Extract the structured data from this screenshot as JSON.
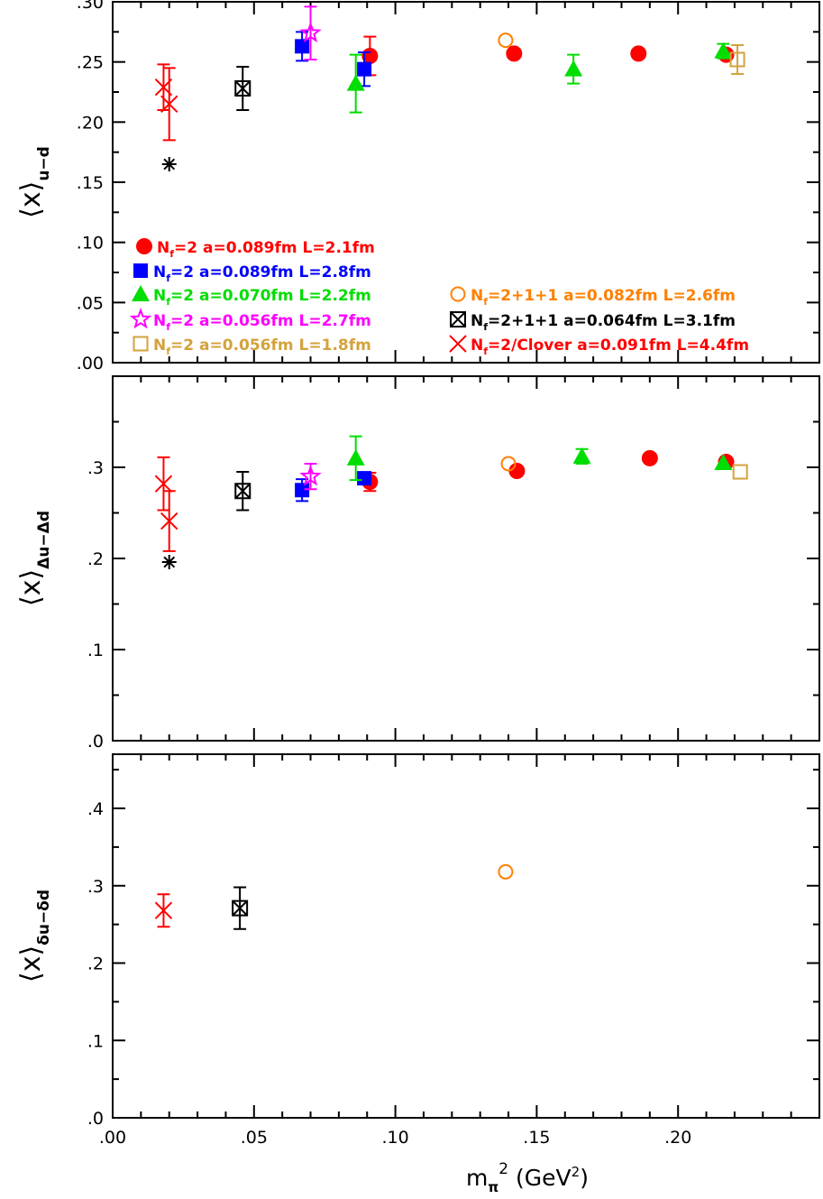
{
  "chart_data": {
    "type": "scatter",
    "xlabel": "mπ² (GeV²)",
    "xlabel_main": "m",
    "xlabel_sub": "π",
    "xlabel_sup": "2",
    "xlabel_unit": "(GeV",
    "xlabel_unit_sup": "2",
    "xlabel_unit_close": ")",
    "xlim": [
      0.0,
      0.25
    ],
    "xticks": [
      0.0,
      0.05,
      0.1,
      0.15,
      0.2
    ],
    "xtick_labels": [
      ".00",
      ".05",
      ".10",
      ".15",
      ".20"
    ],
    "grid": false,
    "legend_placement": "inside lower part of top panel",
    "colors": {
      "red": "#ff0000",
      "blue": "#0000ff",
      "green": "#00dd00",
      "magenta": "#ff00ff",
      "gold": "#d4a23c",
      "orange": "#ff8000",
      "black": "#000000"
    },
    "legend": [
      {
        "key": "nf2_a089_L21",
        "sub": "f",
        "pre": "N",
        "text": "=2  a=0.089fm  L=2.1fm",
        "marker": "filled-circle",
        "color": "red"
      },
      {
        "key": "nf2_a089_L28",
        "sub": "f",
        "pre": "N",
        "text": "=2  a=0.089fm  L=2.8fm",
        "marker": "filled-square",
        "color": "blue"
      },
      {
        "key": "nf2_a070_L22",
        "sub": "f",
        "pre": "N",
        "text": "=2  a=0.070fm  L=2.2fm",
        "marker": "filled-triangle",
        "color": "green"
      },
      {
        "key": "nf2_a056_L27",
        "sub": "f",
        "pre": "N",
        "text": "=2  a=0.056fm  L=2.7fm",
        "marker": "open-star",
        "color": "magenta"
      },
      {
        "key": "nf2_a056_L18",
        "sub": "f",
        "pre": "N",
        "text": "=2  a=0.056fm  L=1.8fm",
        "marker": "open-square",
        "color": "gold"
      },
      {
        "key": "nf211_a082_L26",
        "sub": "f",
        "pre": "N",
        "text": "=2+1+1  a=0.082fm  L=2.6fm",
        "marker": "open-circle",
        "color": "orange"
      },
      {
        "key": "nf211_a064_L31",
        "sub": "f",
        "pre": "N",
        "text": "=2+1+1  a=0.064fm  L=3.1fm",
        "marker": "boxed-x",
        "color": "black"
      },
      {
        "key": "nf2_clover",
        "sub": "f",
        "pre": "N",
        "text": "=2/Clover  a=0.091fm  L=4.4fm",
        "marker": "x",
        "color": "red"
      }
    ],
    "panels": [
      {
        "ylabel_main": "⟨x⟩",
        "ylabel_sub": "u−d",
        "ylim": [
          0.0,
          0.3
        ],
        "yticks": [
          0.0,
          0.05,
          0.1,
          0.15,
          0.2,
          0.25,
          0.3
        ],
        "ytick_labels": [
          ".00",
          ".05",
          ".10",
          ".15",
          ".20",
          ".25",
          ".30"
        ],
        "series": [
          {
            "key": "nf2_a089_L21",
            "points": [
              {
                "x": 0.091,
                "y": 0.255,
                "err": 0.016
              },
              {
                "x": 0.142,
                "y": 0.257,
                "err": 0.0
              },
              {
                "x": 0.186,
                "y": 0.257,
                "err": 0.0
              },
              {
                "x": 0.217,
                "y": 0.256,
                "err": 0.0
              }
            ]
          },
          {
            "key": "nf2_a089_L28",
            "points": [
              {
                "x": 0.067,
                "y": 0.263,
                "err": 0.012
              },
              {
                "x": 0.089,
                "y": 0.244,
                "err": 0.014
              }
            ]
          },
          {
            "key": "nf2_a070_L22",
            "points": [
              {
                "x": 0.086,
                "y": 0.232,
                "err": 0.024
              },
              {
                "x": 0.163,
                "y": 0.244,
                "err": 0.012
              },
              {
                "x": 0.216,
                "y": 0.259,
                "err": 0.006
              }
            ]
          },
          {
            "key": "nf2_a056_L27",
            "points": [
              {
                "x": 0.07,
                "y": 0.274,
                "err": 0.022
              }
            ]
          },
          {
            "key": "nf2_a056_L18",
            "points": [
              {
                "x": 0.221,
                "y": 0.252,
                "err": 0.012
              }
            ]
          },
          {
            "key": "nf211_a082_L26",
            "points": [
              {
                "x": 0.139,
                "y": 0.268,
                "err": 0.0
              }
            ]
          },
          {
            "key": "nf211_a064_L31",
            "points": [
              {
                "x": 0.046,
                "y": 0.228,
                "err": 0.018
              }
            ]
          },
          {
            "key": "nf2_clover",
            "points": [
              {
                "x": 0.018,
                "y": 0.229,
                "err": 0.019
              },
              {
                "x": 0.02,
                "y": 0.215,
                "err": 0.03
              }
            ]
          },
          {
            "key": "star_black",
            "marker": "asterisk",
            "color": "black",
            "points": [
              {
                "x": 0.02,
                "y": 0.165,
                "err": 0.0
              }
            ]
          }
        ]
      },
      {
        "ylabel_main": "⟨x⟩",
        "ylabel_sub": "Δu−Δd",
        "ylim": [
          0.0,
          0.4
        ],
        "yticks": [
          0.0,
          0.1,
          0.2,
          0.3
        ],
        "ytick_labels": [
          ".0",
          ".1",
          ".2",
          ".3"
        ],
        "series": [
          {
            "key": "nf2_a089_L21",
            "points": [
              {
                "x": 0.091,
                "y": 0.284,
                "err": 0.01
              },
              {
                "x": 0.143,
                "y": 0.296,
                "err": 0.0
              },
              {
                "x": 0.19,
                "y": 0.31,
                "err": 0.0
              },
              {
                "x": 0.217,
                "y": 0.306,
                "err": 0.0
              }
            ]
          },
          {
            "key": "nf2_a089_L28",
            "points": [
              {
                "x": 0.067,
                "y": 0.275,
                "err": 0.012
              },
              {
                "x": 0.089,
                "y": 0.288,
                "err": 0.0
              }
            ]
          },
          {
            "key": "nf2_a070_L22",
            "points": [
              {
                "x": 0.086,
                "y": 0.31,
                "err": 0.024
              },
              {
                "x": 0.166,
                "y": 0.312,
                "err": 0.008
              },
              {
                "x": 0.216,
                "y": 0.305,
                "err": 0.0
              }
            ]
          },
          {
            "key": "nf2_a056_L27",
            "points": [
              {
                "x": 0.07,
                "y": 0.29,
                "err": 0.014
              }
            ]
          },
          {
            "key": "nf2_a056_L18",
            "points": [
              {
                "x": 0.222,
                "y": 0.295,
                "err": 0.0
              }
            ]
          },
          {
            "key": "nf211_a082_L26",
            "points": [
              {
                "x": 0.14,
                "y": 0.304,
                "err": 0.0
              }
            ]
          },
          {
            "key": "nf211_a064_L31",
            "points": [
              {
                "x": 0.046,
                "y": 0.274,
                "err": 0.021
              }
            ]
          },
          {
            "key": "nf2_clover",
            "points": [
              {
                "x": 0.018,
                "y": 0.282,
                "err": 0.029
              },
              {
                "x": 0.02,
                "y": 0.241,
                "err": 0.033
              }
            ]
          },
          {
            "key": "star_black",
            "marker": "asterisk",
            "color": "black",
            "points": [
              {
                "x": 0.02,
                "y": 0.196,
                "err": 0.0
              }
            ]
          }
        ]
      },
      {
        "ylabel_main": "⟨x⟩",
        "ylabel_sub": "δu−δd",
        "ylim": [
          0.0,
          0.47
        ],
        "yticks": [
          0.0,
          0.1,
          0.2,
          0.3,
          0.4
        ],
        "ytick_labels": [
          ".0",
          ".1",
          ".2",
          ".3",
          ".4"
        ],
        "series": [
          {
            "key": "nf2_clover",
            "points": [
              {
                "x": 0.018,
                "y": 0.268,
                "err": 0.021
              }
            ]
          },
          {
            "key": "nf211_a064_L31",
            "points": [
              {
                "x": 0.045,
                "y": 0.271,
                "err": 0.027
              }
            ]
          },
          {
            "key": "nf211_a082_L26",
            "points": [
              {
                "x": 0.139,
                "y": 0.318,
                "err": 0.0
              }
            ]
          }
        ]
      }
    ]
  }
}
